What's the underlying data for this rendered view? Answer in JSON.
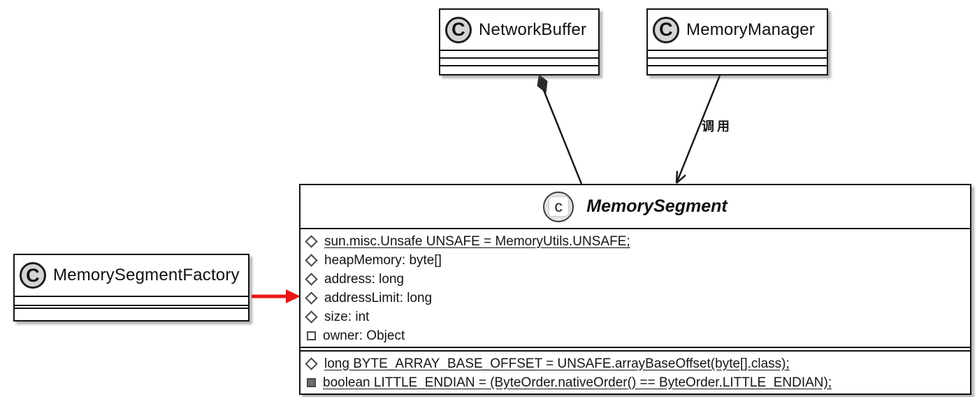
{
  "diagram": {
    "classes": {
      "network_buffer": {
        "icon_letter": "C",
        "name": "NetworkBuffer"
      },
      "memory_manager": {
        "icon_letter": "C",
        "name": "MemoryManager"
      },
      "memory_segment_factory": {
        "icon_letter": "C",
        "name": "MemorySegmentFactory"
      },
      "memory_segment": {
        "icon_letter": "c",
        "name": "MemorySegment",
        "abstract": true,
        "fields": [
          {
            "icon": "diamond",
            "underline": true,
            "text": "sun.misc.Unsafe UNSAFE = MemoryUtils.UNSAFE;"
          },
          {
            "icon": "diamond",
            "underline": false,
            "text": "heapMemory: byte[]"
          },
          {
            "icon": "diamond",
            "underline": false,
            "text": "address: long"
          },
          {
            "icon": "diamond",
            "underline": false,
            "text": "addressLimit: long"
          },
          {
            "icon": "diamond",
            "underline": false,
            "text": "size: int"
          },
          {
            "icon": "square",
            "underline": false,
            "text": "owner: Object"
          }
        ],
        "statics": [
          {
            "icon": "diamond",
            "underline": true,
            "text": "long BYTE_ARRAY_BASE_OFFSET = UNSAFE.arrayBaseOffset(byte[].class);"
          },
          {
            "icon": "filled-square",
            "underline": true,
            "text": "boolean LITTLE_ENDIAN = (ByteOrder.nativeOrder() == ByteOrder.LITTLE_ENDIAN);"
          }
        ]
      }
    },
    "edges": {
      "memory_manager_dependency_label": "调用"
    },
    "colors": {
      "line": "#1a1a1a",
      "accent_red": "#e81616",
      "icon_gray": "#d4d4d4"
    }
  }
}
